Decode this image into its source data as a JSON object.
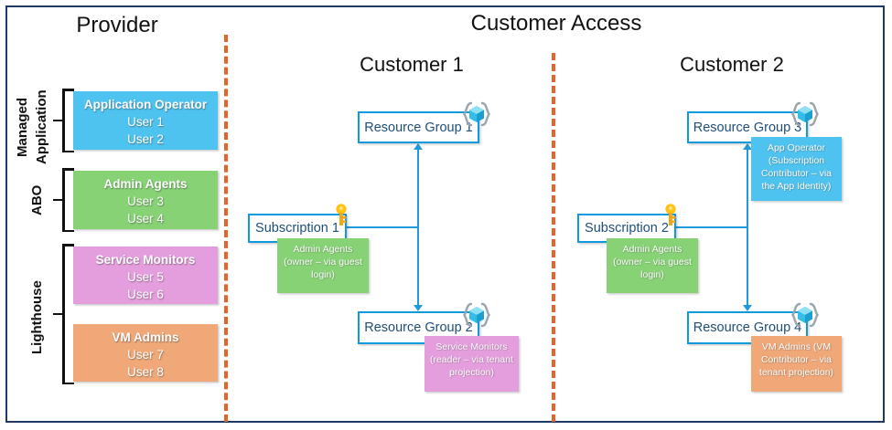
{
  "diagram": {
    "title_provider": "Provider",
    "title_customer_access": "Customer Access",
    "customer1": "Customer 1",
    "customer2": "Customer 2"
  },
  "provider": {
    "categories": [
      {
        "label": "Managed",
        "label2": "Application"
      },
      {
        "label": "ABO"
      },
      {
        "label": "Lighthouse"
      }
    ],
    "groups": [
      {
        "name": "application-operator",
        "title": "Application Operator",
        "users": [
          "User 1",
          "User 2"
        ],
        "color": "#4FC3F0"
      },
      {
        "name": "admin-agents",
        "title": "Admin Agents",
        "users": [
          "User 3",
          "User 4"
        ],
        "color": "#87D275"
      },
      {
        "name": "service-monitors",
        "title": "Service Monitors",
        "users": [
          "User 5",
          "User 6"
        ],
        "color": "#E59EDD"
      },
      {
        "name": "vm-admins",
        "title": "VM Admins",
        "users": [
          "User 7",
          "User 8"
        ],
        "color": "#F0A878"
      }
    ]
  },
  "customer1": {
    "subscription": "Subscription 1",
    "resource_group_top": "Resource Group 1",
    "resource_group_bottom": "Resource Group 2",
    "role_subscription": "Admin Agents (owner – via guest login)",
    "role_rg_bottom": "Service Monitors (reader – via tenant projection)"
  },
  "customer2": {
    "subscription": "Subscription 2",
    "resource_group_top": "Resource Group 3",
    "resource_group_bottom": "Resource Group 4",
    "role_subscription": "Admin Agents (owner – via guest login)",
    "role_rg_top": "App Operator (Subscription Contributor – via the App Identity)",
    "role_rg_bottom": "VM Admins (VM Contributor – via tenant projection)"
  },
  "icons": {
    "resource_group": "resource-group-cube-icon",
    "key": "subscription-key-icon"
  },
  "colors": {
    "frame": "#1F3864",
    "divider": "#E8622A",
    "azure_blue": "#0F9AE0",
    "text_blue": "#1F4E79",
    "blue_fill": "#4FC3F0",
    "green_fill": "#87D275",
    "pink_fill": "#E59EDD",
    "orange_fill": "#F0A878"
  }
}
